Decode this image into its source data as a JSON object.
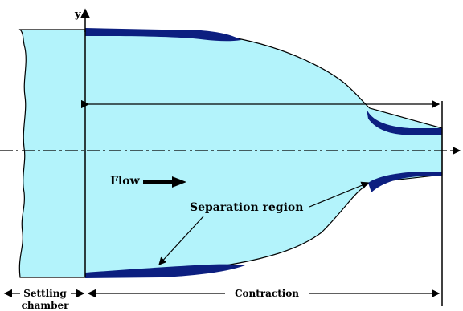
{
  "labels": {
    "y_axis": "y",
    "flow": "Flow",
    "separation": "Separation region",
    "settling_line1": "Settling",
    "settling_line2": "chamber",
    "contraction": "Contraction"
  },
  "colors": {
    "fluid": "#b3f3fb",
    "separation": "#0c1f80",
    "outline": "#000000",
    "background": "#ffffff"
  }
}
